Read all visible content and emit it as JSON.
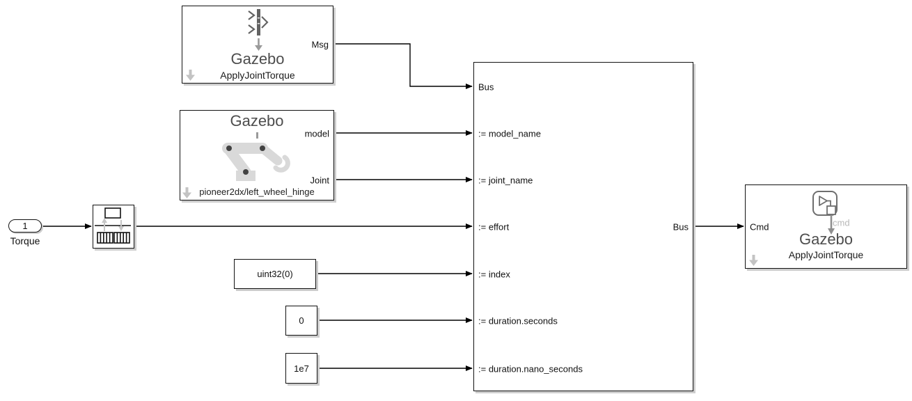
{
  "colors": {
    "background": "#ffffff",
    "wire": "#000000",
    "block_border": "#111111",
    "block_shadow": "#cdcdcd",
    "gazebo_title": "#4d4d4d",
    "label_text": "#111111",
    "muted_text": "#b8b8b8",
    "icon_light_gray": "#d9d9d9",
    "icon_mid_gray": "#8f8f8f",
    "annotation_gray": "#c3c3c3"
  },
  "blocks": {
    "msg_source": {
      "title": "Gazebo",
      "subtitle": "ApplyJointTorque",
      "port_msg": "Msg",
      "icon": "blank-message-icon"
    },
    "param_source": {
      "title": "Gazebo",
      "caption": "pioneer2dx/left_wheel_hinge",
      "port_model": "model",
      "port_joint": "Joint",
      "icon": "robot-arm-icon"
    },
    "inport_torque": {
      "number": "1",
      "label": "Torque"
    },
    "signal_conversion": {
      "icon": "signal-conversion-icon"
    },
    "const_index": {
      "value": "uint32(0)"
    },
    "const_seconds": {
      "value": "0"
    },
    "const_nano_seconds": {
      "value": "1e7"
    },
    "bus_assignment": {
      "port_bus_in": "Bus",
      "port_model_name": ":= model_name",
      "port_joint_name": ":= joint_name",
      "port_effort": ":= effort",
      "port_index": ":= index",
      "port_duration_seconds": ":= duration.seconds",
      "port_duration_nano_seconds": ":= duration.nano_seconds",
      "port_bus_out": "Bus"
    },
    "command_sink": {
      "title": "Gazebo",
      "subtitle": "ApplyJointTorque",
      "icon_caption": "cmd",
      "port_cmd": "Cmd",
      "icon": "apply-command-icon"
    }
  }
}
